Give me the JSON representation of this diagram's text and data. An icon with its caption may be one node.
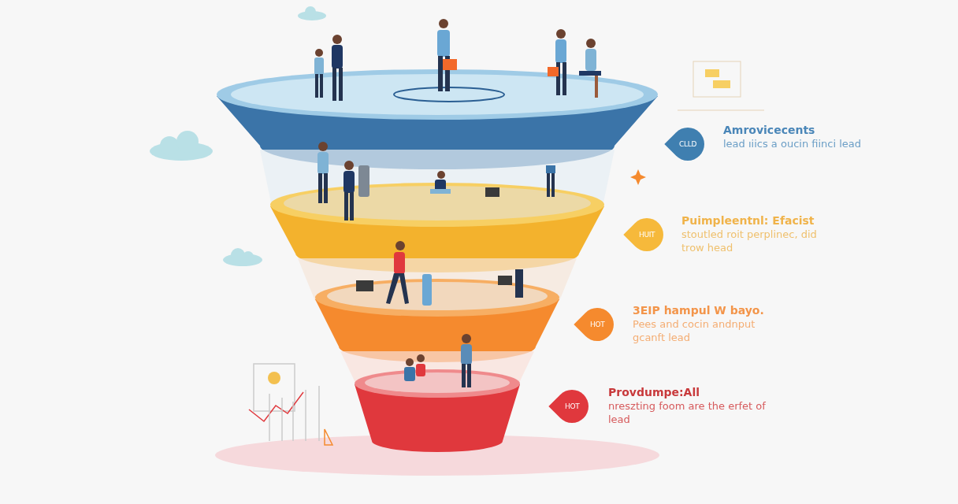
{
  "diagram": {
    "nodes": [
      {
        "text": [
          "CLLD"
        ],
        "beside": [
          "Amrovicecents",
          "lead ıiics a oucin fiinci lead"
        ]
      },
      {
        "text": [
          "HUIT"
        ],
        "beside": [
          "Puimpleentnl: Efacist",
          "stoutled roit perplinec, did trow head"
        ]
      },
      {
        "text": [
          "HOT"
        ],
        "beside": [
          "3EIP hampul W bayo.",
          "Pees and cocin andnput gcanft lead"
        ]
      },
      {
        "text": [
          "HOT"
        ],
        "beside": [
          "Provdumpe:All",
          "nreszting foom are the erfet of lead"
        ]
      }
    ]
  }
}
